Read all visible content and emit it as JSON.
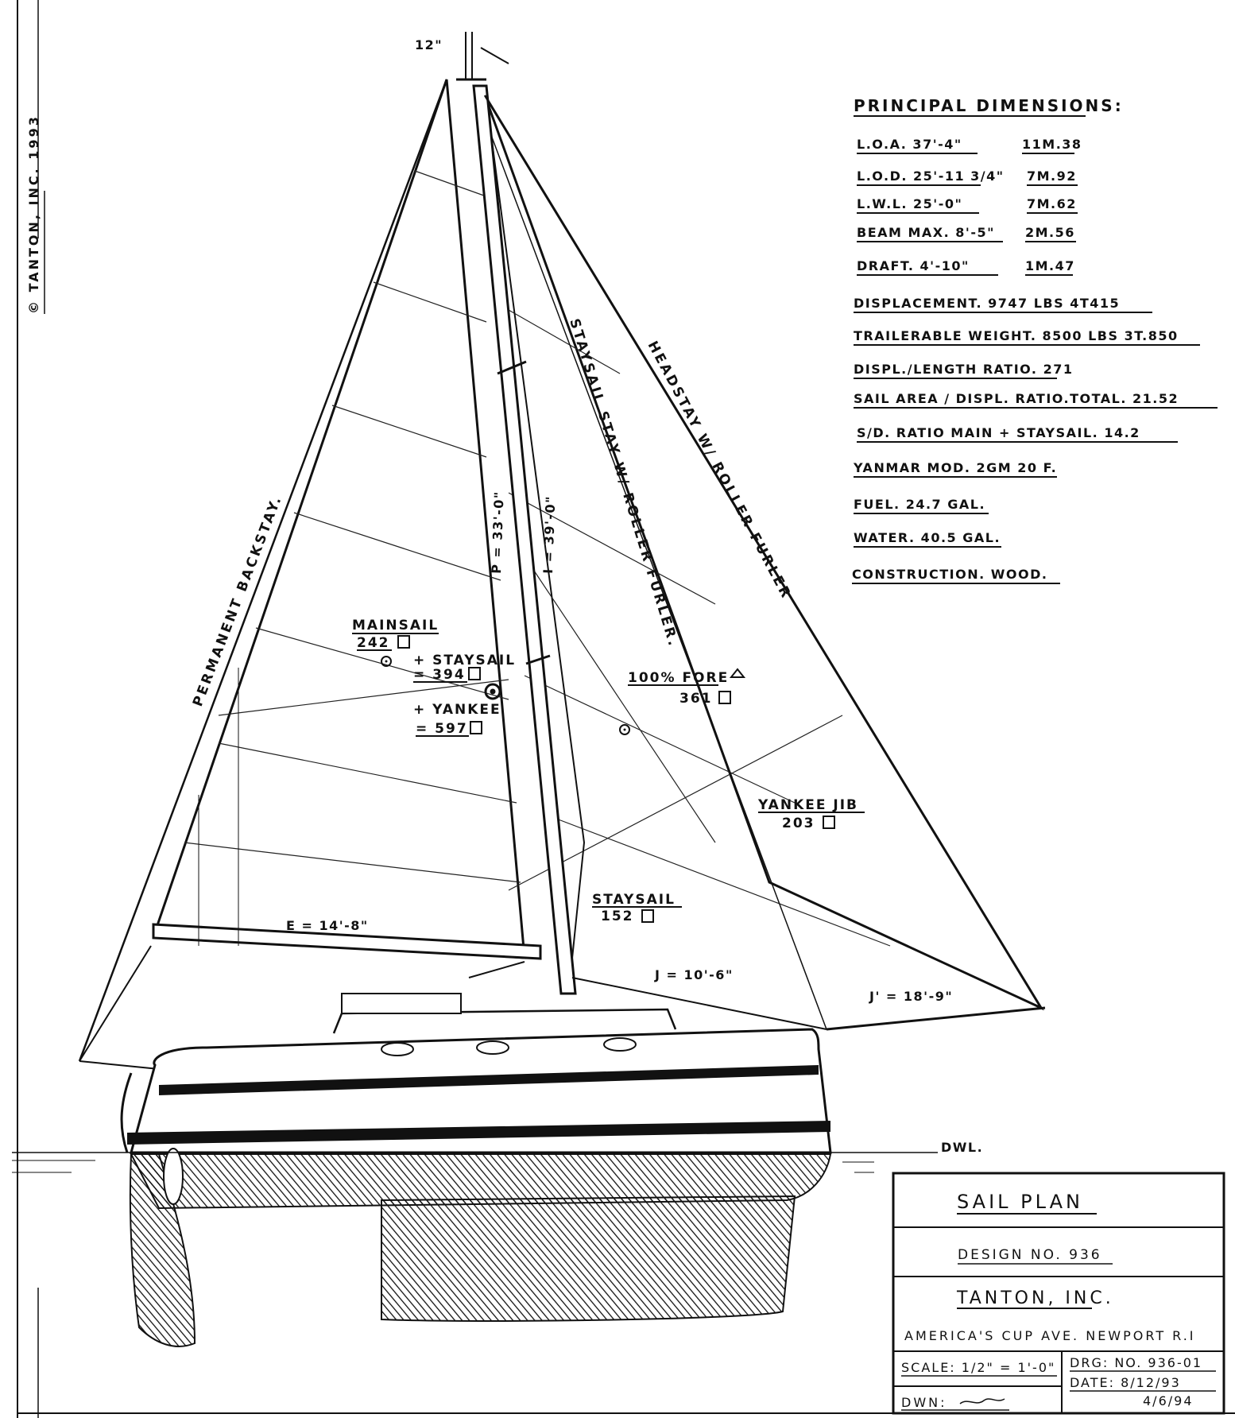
{
  "copyright": "© TANTON, INC. 1993",
  "mast_head_dim": "12\"",
  "principal_dimensions": {
    "heading": "PRINCIPAL DIMENSIONS:",
    "rows": [
      {
        "label": "L.O.A. 37'-4\"",
        "metric": "11M.38"
      },
      {
        "label": "L.O.D. 25'-11 3/4\"",
        "metric": "7M.92"
      },
      {
        "label": "L.W.L. 25'-0\"",
        "metric": "7M.62"
      },
      {
        "label": "BEAM MAX. 8'-5\"",
        "metric": "2M.56"
      },
      {
        "label": "DRAFT. 4'-10\"",
        "metric": "1M.47"
      }
    ],
    "lines": [
      "DISPLACEMENT. 9747 LBS  4T415",
      "TRAILERABLE WEIGHT. 8500 LBS 3T.850",
      "DISPL./LENGTH RATIO. 271",
      "SAIL AREA / DISPL. RATIO.TOTAL. 21.52",
      "S/D. RATIO  MAIN + STAYSAIL. 14.2",
      "YANMAR MOD. 2GM 20 F.",
      "FUEL. 24.7 GAL.",
      "WATER. 40.5 GAL.",
      "CONSTRUCTION. WOOD."
    ]
  },
  "rigging_labels": {
    "backstay": "PERMANENT BACKSTAY.",
    "staysail_stay": "STAYSAIL STAY W/ ROLLER FURLER.",
    "headstay": "HEADSTAY W/ ROLLER FURLER",
    "p_dim": "P = 33'-0\"",
    "i_dim": "I = 39'-0\"",
    "e_dim": "E = 14'-8\"",
    "j_dim": "J = 10'-6\"",
    "j_prime_dim": "J' = 18'-9\"",
    "dwl": "DWL."
  },
  "sail_areas": {
    "mainsail_label": "MAINSAIL",
    "mainsail_area": "242",
    "plus_staysail_label": "+ STAYSAIL",
    "plus_staysail_area": "= 394",
    "plus_yankee_label": "+ YANKEE",
    "plus_yankee_area": "= 597",
    "fore_label": "100% FORE",
    "fore_area": "361",
    "yankee_label": "YANKEE JIB",
    "yankee_area": "203",
    "staysail_label": "STAYSAIL",
    "staysail_area": "152"
  },
  "title_block": {
    "title": "SAIL PLAN",
    "design": "DESIGN NO. 936",
    "company": "TANTON, INC.",
    "address": "AMERICA'S CUP AVE. NEWPORT R.I",
    "scale": "SCALE: 1/2\" = 1'-0\"",
    "drawn_by": "DWN:",
    "drawing_no": "DRG: NO. 936-01",
    "date": "DATE: 8/12/93",
    "date_revised": "4/6/94"
  }
}
